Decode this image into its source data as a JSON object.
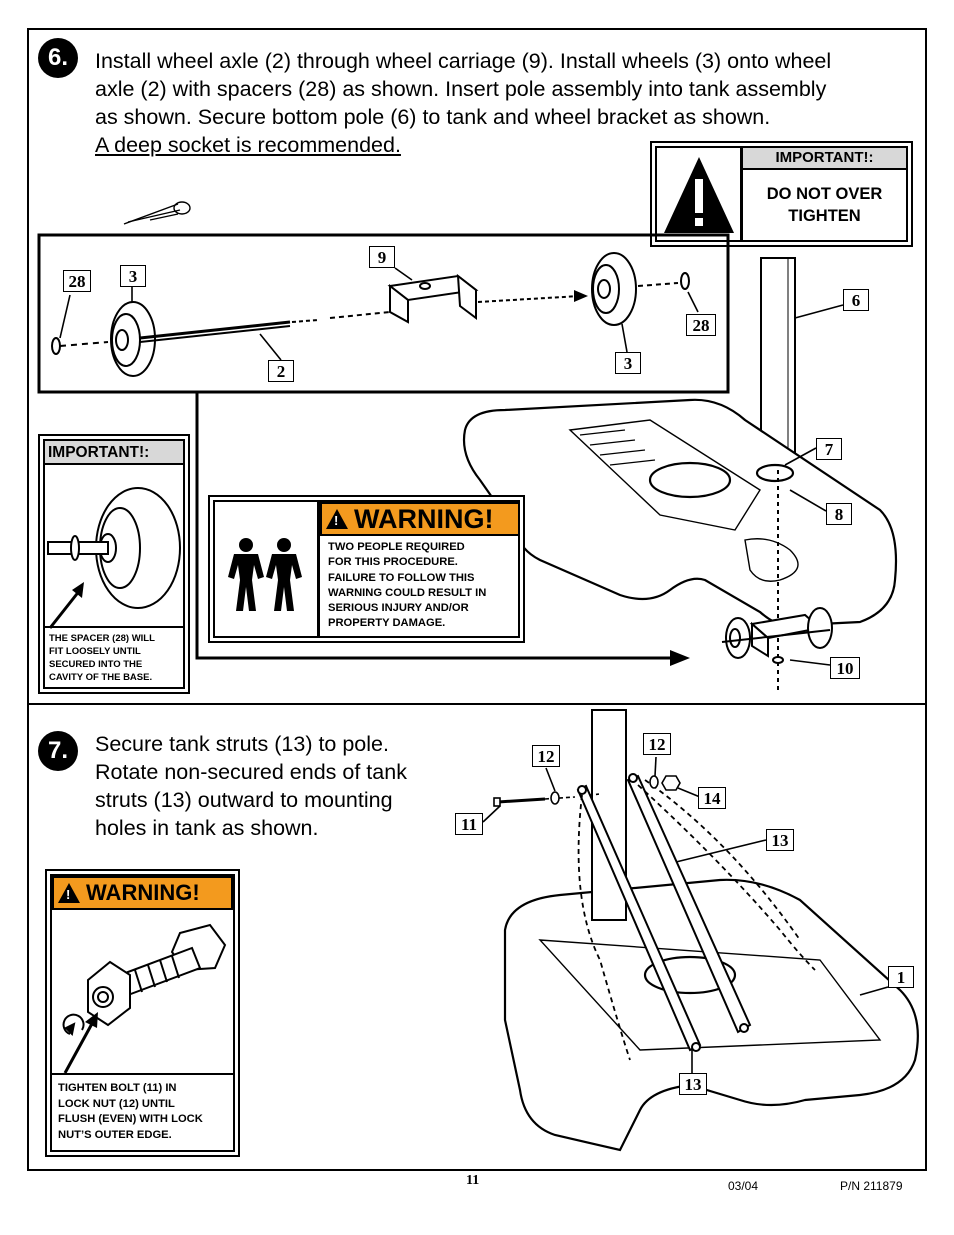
{
  "step6": {
    "number": "6.",
    "line1": "Install wheel axle (2) through wheel carriage (9). Install wheels (3) onto wheel",
    "line2": "axle (2) with spacers (28) as shown. Insert pole assembly into tank assembly",
    "line3": "as shown.  Secure bottom pole (6) to tank and wheel bracket as shown.",
    "line4": "A deep socket is recommended.",
    "important_box": {
      "header": "IMPORTANT!:",
      "line1": "DO NOT OVER",
      "line2": "TIGHTEN"
    },
    "spacer_box": {
      "header": "IMPORTANT!:",
      "l1": "THE SPACER (28) WILL",
      "l2": "FIT LOOSELY UNTIL",
      "l3": "SECURED INTO THE",
      "l4": "CAVITY OF THE BASE."
    },
    "warning_box": {
      "header": "WARNING!",
      "l1": "TWO PEOPLE REQUIRED",
      "l2": "FOR THIS PROCEDURE.",
      "l3": "FAILURE TO FOLLOW THIS",
      "l4": "WARNING COULD RESULT IN",
      "l5": "SERIOUS INJURY AND/OR",
      "l6": "PROPERTY DAMAGE."
    },
    "callouts": {
      "c28a": "28",
      "c3a": "3",
      "c9": "9",
      "c2": "2",
      "c28b": "28",
      "c3b": "3",
      "c6": "6",
      "c7": "7",
      "c8": "8",
      "c10": "10"
    }
  },
  "step7": {
    "number": "7.",
    "line1": "Secure tank struts (13) to pole.",
    "line2": "Rotate non-secured ends of tank",
    "line3": "struts (13) outward to mounting",
    "line4": "holes in tank as shown.",
    "warning_box": {
      "header": "WARNING!",
      "l1": "TIGHTEN BOLT (11) IN",
      "l2": "LOCK NUT (12) UNTIL",
      "l3": "FLUSH (EVEN) WITH LOCK",
      "l4": "NUT’S OUTER EDGE."
    },
    "callouts": {
      "c12a": "12",
      "c12b": "12",
      "c14": "14",
      "c11": "11",
      "c13a": "13",
      "c1": "1",
      "c13b": "13"
    }
  },
  "footer": {
    "page": "11",
    "date": "03/04",
    "pn": "P/N 211879"
  }
}
